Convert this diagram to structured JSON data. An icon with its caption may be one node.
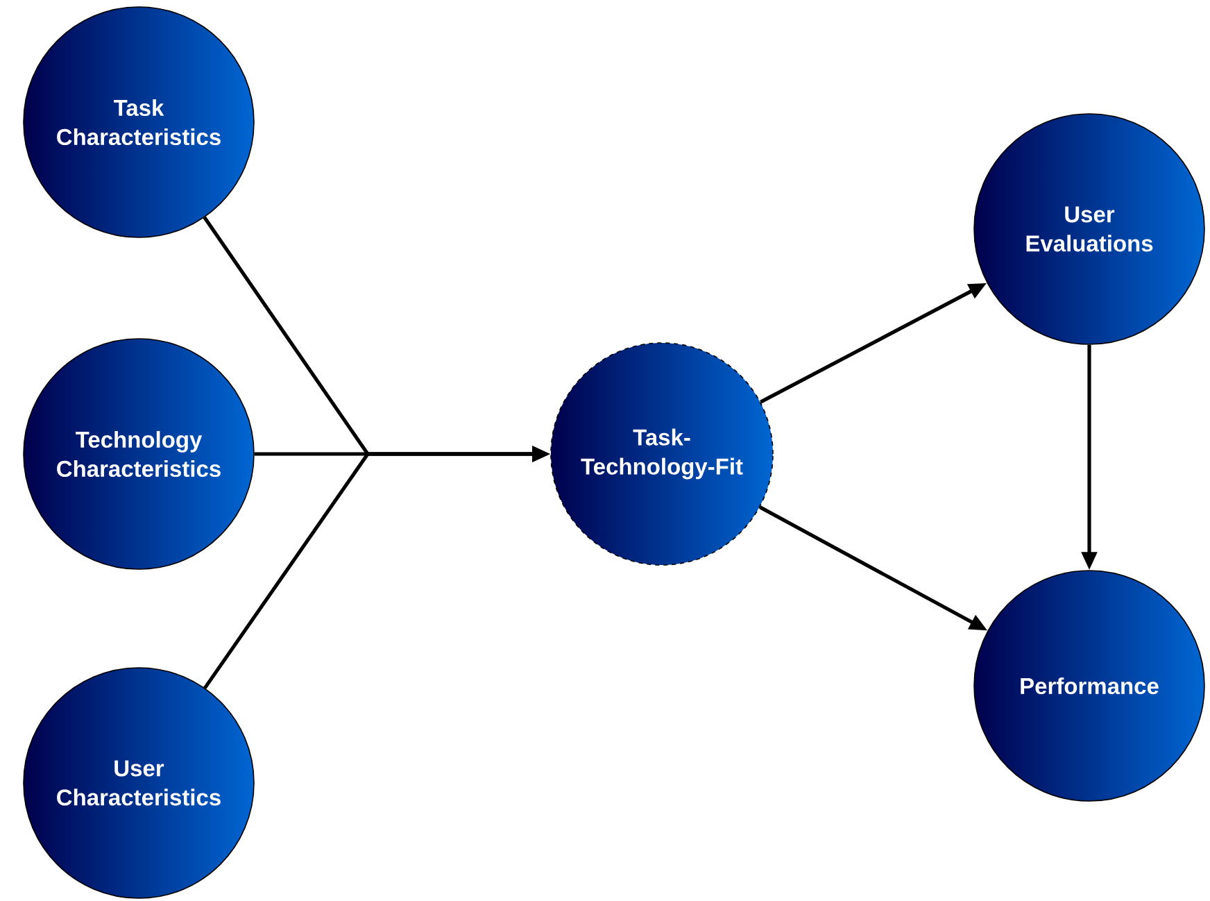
{
  "diagram": {
    "nodes": [
      {
        "text": [
          "Task Characteristics"
        ]
      },
      {
        "text": [
          "Technology Characteristics"
        ]
      },
      {
        "text": [
          "User Characteristics"
        ]
      },
      {
        "text": [
          "Task-Technology-Fit"
        ]
      },
      {
        "text": [
          "User Evaluations"
        ]
      },
      {
        "text": [
          "Performance"
        ]
      }
    ],
    "edges": [
      {
        "from": 0,
        "to": 3,
        "arrow": "to"
      },
      {
        "from": 1,
        "to": 3,
        "arrow": "to"
      },
      {
        "from": 2,
        "to": 3,
        "arrow": "to"
      },
      {
        "from": 3,
        "to": 4,
        "arrow": "to"
      },
      {
        "from": 3,
        "to": 5,
        "arrow": "to"
      },
      {
        "from": 4,
        "to": 5,
        "arrow": "to"
      }
    ]
  }
}
